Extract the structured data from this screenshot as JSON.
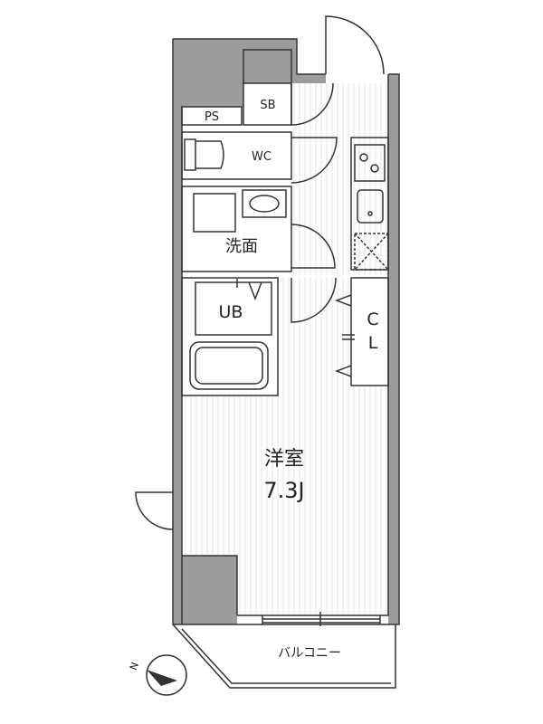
{
  "rooms": {
    "ps": "PS",
    "sb": "SB",
    "wc": "WC",
    "washroom": "洗面",
    "ub": "UB",
    "closet_c": "C",
    "closet_l": "L",
    "main_room": "洋室",
    "main_room_size": "7.3J",
    "balcony": "バルコニー"
  },
  "compass": {
    "north_letter": "N"
  },
  "colors": {
    "wall": "#9c9c9c",
    "line": "#333333",
    "floor_stripe": "#f1f1f1"
  }
}
